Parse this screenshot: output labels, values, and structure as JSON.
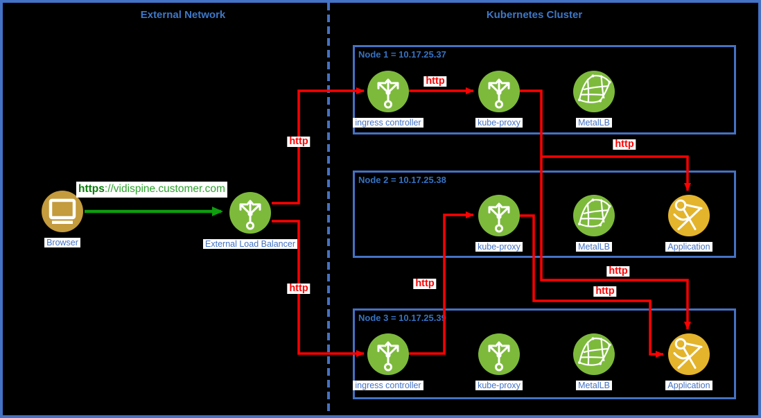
{
  "diagram": {
    "external_title": "External Network",
    "cluster_title": "Kubernetes Cluster"
  },
  "external": {
    "browser_label": "Browser",
    "elb_label": "External Load Balancer",
    "url_scheme": "https",
    "url_rest": "://vidispine.customer.com"
  },
  "nodes": [
    {
      "title": "Node 1 = 10.17.25.37",
      "ingress_label": "ingress controller",
      "kube_proxy_label": "kube-proxy",
      "metallb_label": "MetalLB"
    },
    {
      "title": "Node 2 = 10.17.25.38",
      "kube_proxy_label": "kube-proxy",
      "metallb_label": "MetalLB",
      "application_label": "Application"
    },
    {
      "title": "Node 3 = 10.17.25.39",
      "ingress_label": "ingress controller",
      "kube_proxy_label": "kube-proxy",
      "metallb_label": "MetalLB",
      "application_label": "Application"
    }
  ],
  "edges": {
    "elb_to_node1_ingress": "http",
    "elb_to_node3_ingress": "http",
    "node1_ingress_to_kube_proxy": "http",
    "node1_kube_proxy_to_node2_app": "http",
    "node1_kube_proxy_to_node3_app": "http",
    "node2_kube_proxy_to_node3_app": "http",
    "node3_ingress_to_node2_kube_proxy": "http"
  },
  "colors": {
    "border_blue": "#4472C4",
    "label_blue": "#4472C4",
    "node_green": "#7DBA3C",
    "browser_gold": "#C49B3D",
    "application_gold": "#E3B42C",
    "arrow_red": "#FF0000",
    "arrow_green": "#0E9E0E",
    "background": "#000000"
  }
}
